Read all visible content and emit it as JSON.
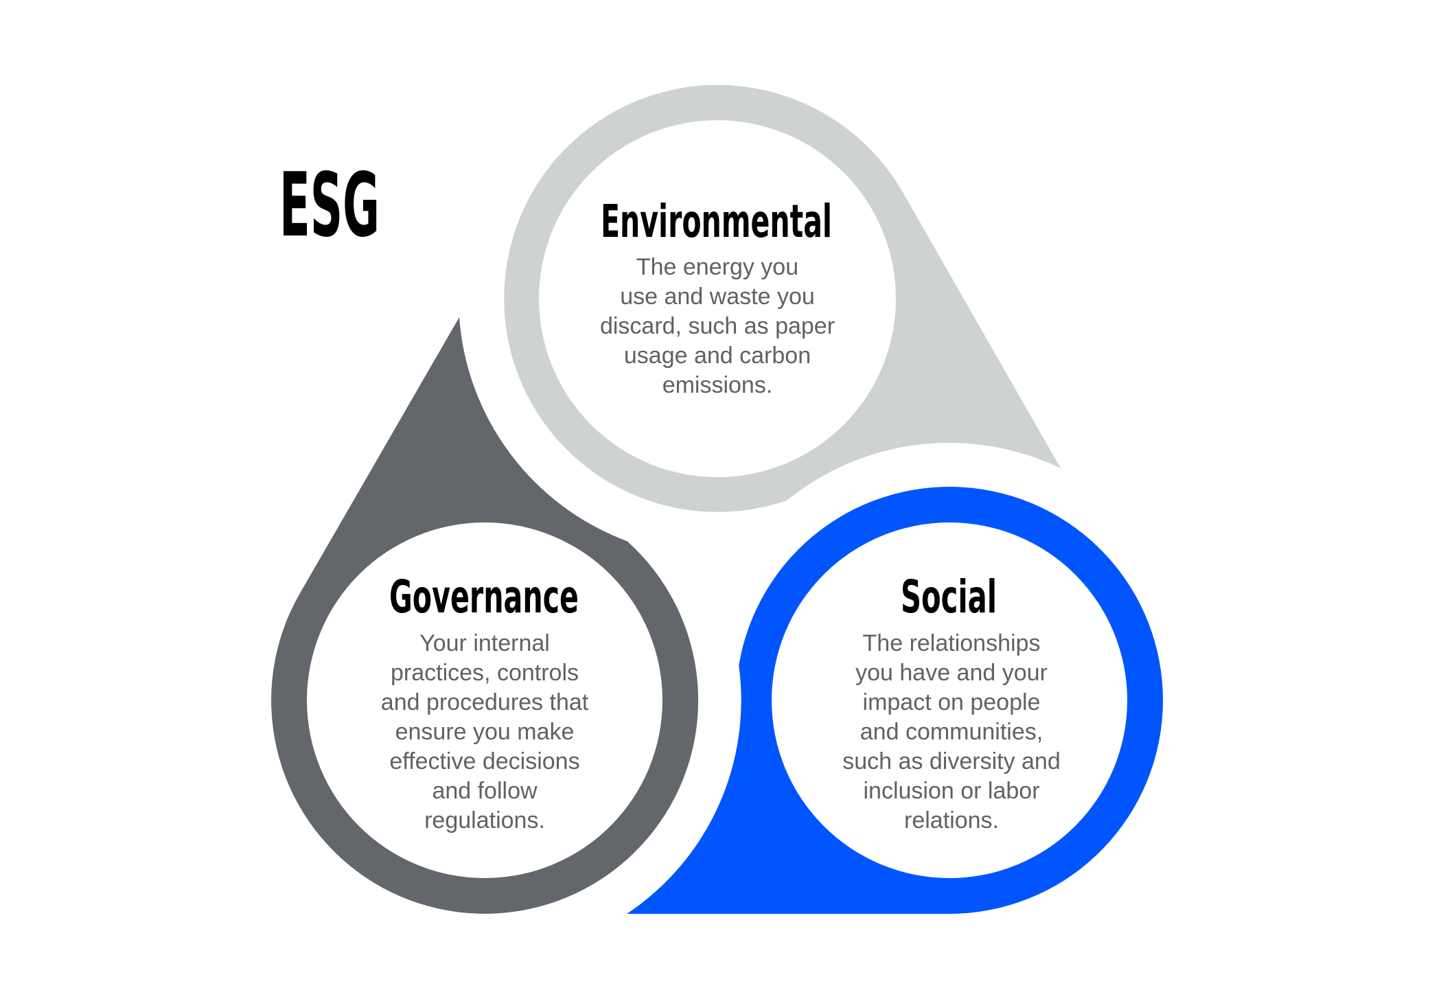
{
  "title": "ESG",
  "colors": {
    "environmental": "#CED2D3",
    "governance": "#63666A",
    "social": "#0055FF",
    "heading": "#000000",
    "body": "#5F6164",
    "background": "#FFFFFF"
  },
  "sections": {
    "environmental": {
      "heading": "Environmental",
      "lines": [
        "The energy you",
        "use and waste you",
        "discard, such as paper",
        "usage and carbon",
        "emissions."
      ]
    },
    "governance": {
      "heading": "Governance",
      "lines": [
        "Your internal",
        "practices, controls",
        "and procedures that",
        "ensure you make",
        "effective decisions",
        "and follow",
        "regulations."
      ]
    },
    "social": {
      "heading": "Social",
      "lines": [
        "The relationships",
        "you have and your",
        "impact on people",
        "and communities,",
        "such as diversity and",
        "inclusion or labor",
        "relations."
      ]
    }
  }
}
